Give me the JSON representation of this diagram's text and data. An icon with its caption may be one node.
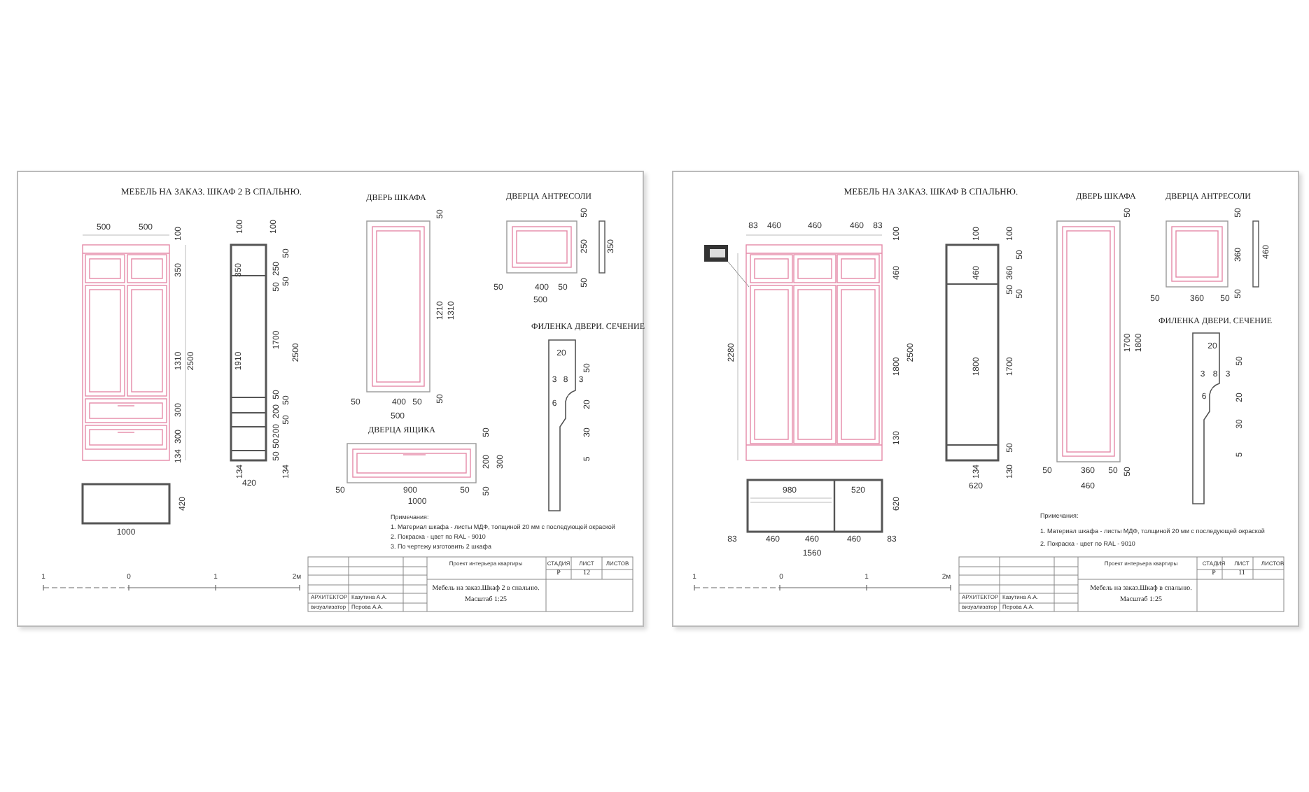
{
  "diagram": {
    "labels": [
      "МЕБЕЛЬ НА ЗАКАЗ. ШКАФ 2 В СПАЛЬНЮ.",
      "500",
      "500",
      "100",
      "350",
      "1310",
      "2500",
      "300",
      "300",
      "134",
      "100",
      "100",
      "350",
      "1910",
      "50",
      "250",
      "50",
      "50",
      "1700",
      "2500",
      "50",
      "50",
      "200",
      "50",
      "200",
      "50",
      "50",
      "134",
      "134",
      "420",
      "420",
      "1000",
      "ДВЕРЬ ШКАФА",
      "50",
      "1210",
      "1310",
      "50",
      "400",
      "50",
      "50",
      "500",
      "ДВЕРЦА АНТРЕСОЛИ",
      "50",
      "250",
      "350",
      "50",
      "50",
      "400",
      "50",
      "500",
      "ФИЛЕНКА ДВЕРИ. СЕЧЕНИЕ",
      "20",
      "50",
      "3",
      "8",
      "3",
      "6",
      "20",
      "30",
      "5",
      "ДВЕРЦА ЯЩИКА",
      "50",
      "200",
      "300",
      "50",
      "900",
      "50",
      "50",
      "1000",
      "Примечания:",
      "1. Материал шкафа - листы МДФ, толщиной 20 мм с последующей окраской",
      "2. Покраска - цвет по RAL - 9010",
      "3. По чертежу изготовить 2 шкафа",
      "1",
      "0",
      "1",
      "2м",
      "Проект интерьера квартиры",
      "СТАДИЯ",
      "ЛИСТ",
      "ЛИСТОВ",
      "Р",
      "12",
      "АРХИТЕКТОР",
      "Казутина А.А.",
      "Мебель на заказ.Шкаф 2 в спальню.",
      "Масштаб 1:25",
      "визуализатор",
      "Перова А.А.",
      "МЕБЕЛЬ НА ЗАКАЗ. ШКАФ В СПАЛЬНЮ.",
      "83",
      "460",
      "460",
      "460",
      "83",
      "100",
      "460",
      "2280",
      "1800",
      "2500",
      "130",
      "100",
      "100",
      "50",
      "460",
      "360",
      "50",
      "50",
      "1800",
      "1700",
      "50",
      "134",
      "130",
      "620",
      "980",
      "520",
      "620",
      "83",
      "460",
      "460",
      "460",
      "83",
      "1560",
      "ДВЕРЬ ШКАФА",
      "50",
      "1700",
      "1800",
      "50",
      "360",
      "50",
      "50",
      "460",
      "ДВЕРЦА АНТРЕСОЛИ",
      "50",
      "360",
      "460",
      "50",
      "50",
      "360",
      "50",
      "ФИЛЕНКА ДВЕРИ. СЕЧЕНИЕ",
      "20",
      "50",
      "3",
      "8",
      "3",
      "6",
      "20",
      "30",
      "5",
      "Примечания:",
      "1. Материал шкафа - листы МДФ, толщиной 20 мм с последующей окраской",
      "2. Покраска - цвет по RAL - 9010",
      "1",
      "0",
      "1",
      "2м",
      "Проект интерьера квартиры",
      "СТАДИЯ",
      "ЛИСТ",
      "ЛИСТОВ",
      "Р",
      "11",
      "АРХИТЕКТОР",
      "Казутина А.А.",
      "Мебель на заказ.Шкаф в спальню.",
      "Масштаб 1:25",
      "визуализатор",
      "Перова А.А."
    ]
  }
}
